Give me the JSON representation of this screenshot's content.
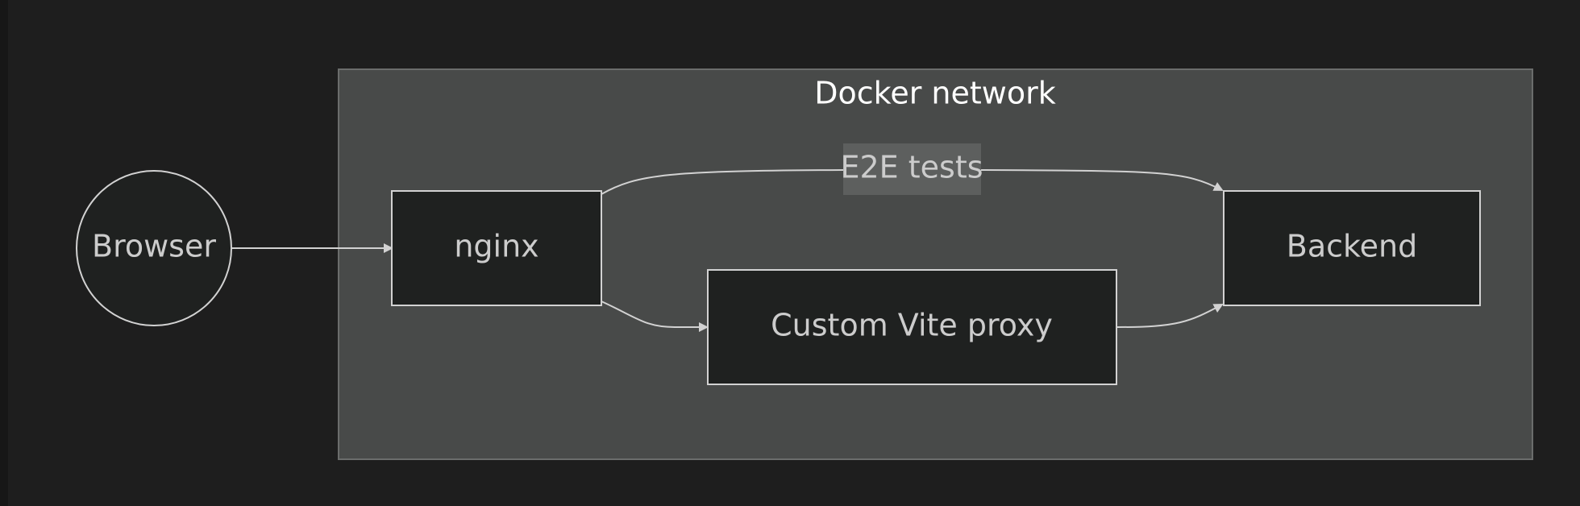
{
  "diagram": {
    "cluster": {
      "title": "Docker network"
    },
    "nodes": {
      "browser": "Browser",
      "nginx": "nginx",
      "vite_proxy": "Custom Vite proxy",
      "backend": "Backend"
    },
    "edges": [
      {
        "from": "browser",
        "to": "nginx",
        "label": ""
      },
      {
        "from": "nginx",
        "to": "backend",
        "label": "E2E tests"
      },
      {
        "from": "nginx",
        "to": "vite_proxy",
        "label": ""
      },
      {
        "from": "vite_proxy",
        "to": "backend",
        "label": ""
      }
    ]
  },
  "colors": {
    "background": "#1e1e1e",
    "cluster_fill": "#484a49",
    "cluster_border": "#6b6d6c",
    "node_fill": "#1f2120",
    "node_border": "#d2d2d2",
    "edge": "#d2d2d2",
    "text": "#cccccc",
    "edge_label_bg": "#5d5f5e"
  }
}
